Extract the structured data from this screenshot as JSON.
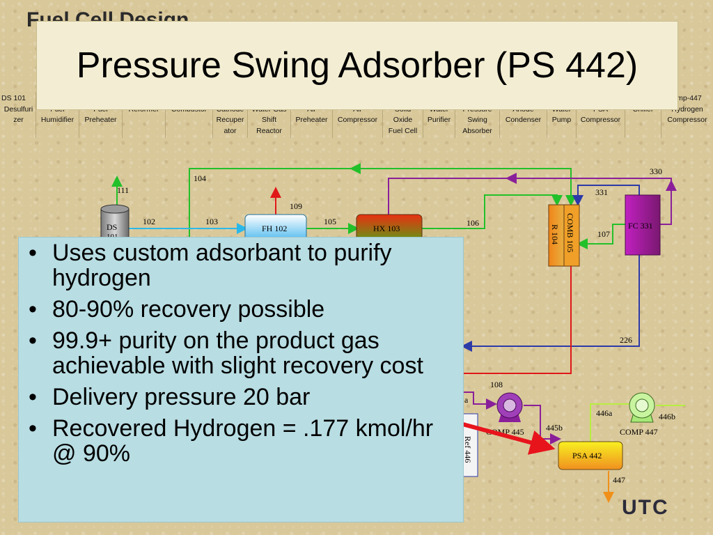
{
  "slide": {
    "background_title": "Fuel Cell Design",
    "title": "Pressure Swing Adsorber (PS 442)",
    "logo": "UTC"
  },
  "equipment_header": [
    {
      "code": "DS 101",
      "name": [
        "Desulfuri",
        "zer"
      ]
    },
    {
      "code": "",
      "name": [
        "Fuel",
        "Humidifier"
      ]
    },
    {
      "code": "",
      "name": [
        "Fuel",
        "Preheater"
      ]
    },
    {
      "code": "",
      "name": [
        "Reformer"
      ]
    },
    {
      "code": "",
      "name": [
        "Combustor"
      ]
    },
    {
      "code": "",
      "name": [
        "Cathode",
        "Recuper",
        "ator"
      ]
    },
    {
      "code": "",
      "name": [
        "Water Gas",
        "Shift",
        "Reactor"
      ]
    },
    {
      "code": "",
      "name": [
        "Air",
        "Preheater"
      ]
    },
    {
      "code": "",
      "name": [
        "Air",
        "Compressor"
      ]
    },
    {
      "code": "",
      "name": [
        "Solid",
        "Oxide",
        "Fuel Cell"
      ]
    },
    {
      "code": "",
      "name": [
        "Water",
        "Purifier"
      ]
    },
    {
      "code": "",
      "name": [
        "Pressure",
        "Swing",
        "Absorber"
      ]
    },
    {
      "code": "",
      "name": [
        "Anode",
        "Condenser"
      ]
    },
    {
      "code": "",
      "name": [
        "Water",
        "Pump"
      ]
    },
    {
      "code": "",
      "name": [
        "PSA",
        "Compressor"
      ]
    },
    {
      "code": "",
      "name": [
        "Chiller"
      ]
    },
    {
      "code": "omp-447",
      "name": [
        "Hydrogen",
        "Compressor"
      ]
    }
  ],
  "diagram": {
    "units": {
      "ds": "DS",
      "ds_sub": "101",
      "fh": "FH 102",
      "hx": "HX 103",
      "r104": "R 104",
      "comb": "COMB 105",
      "fc": "FC 331",
      "comp445": "COMP 445",
      "comp447": "COMP 447",
      "psa": "PSA 442",
      "ref": "Ref 446"
    },
    "streams": {
      "s111": "111",
      "s102": "102",
      "s103": "103",
      "s104": "104",
      "s109": "109",
      "s105": "105",
      "s106": "106",
      "s330": "330",
      "s331": "331",
      "s107": "107",
      "s226": "226",
      "s108": "108",
      "s445a": "a",
      "s445b": "445b",
      "s446a": "446a",
      "s446b": "446b",
      "s447": "447"
    },
    "colors": {
      "green": "#22c02a",
      "purple": "#8a1f9a",
      "blue": "#2c3aa8",
      "red": "#e01818",
      "cyan": "#2bb8e8",
      "orange": "#f0901a",
      "arrow_red": "#e8141c"
    }
  },
  "bullets": [
    "Uses custom adsorbant to purify hydrogen",
    "80-90% recovery possible",
    "99.9+ purity on the product gas achievable with slight recovery cost",
    "Delivery pressure 20 bar",
    "Recovered Hydrogen = .177 kmol/hr @ 90%"
  ]
}
